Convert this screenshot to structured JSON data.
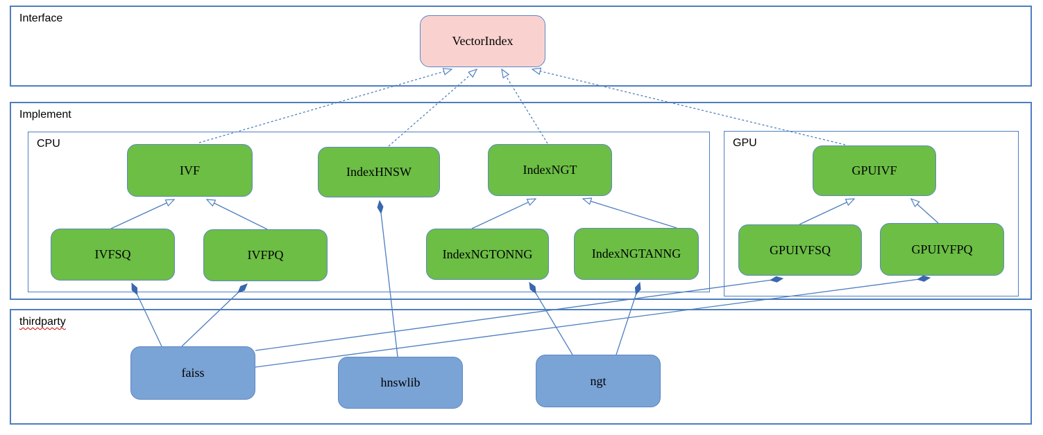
{
  "diagram": {
    "containers": {
      "interface": {
        "label": "Interface"
      },
      "implement": {
        "label": "Implement"
      },
      "cpu": {
        "label": "CPU"
      },
      "gpu": {
        "label": "GPU"
      },
      "thirdparty": {
        "label": "thirdparty"
      }
    },
    "nodes": {
      "vectorindex": {
        "label": "VectorIndex",
        "kind": "interface"
      },
      "ivf": {
        "label": "IVF",
        "kind": "cpu-class"
      },
      "indexhnsw": {
        "label": "IndexHNSW",
        "kind": "cpu-class"
      },
      "indexngt": {
        "label": "IndexNGT",
        "kind": "cpu-class"
      },
      "ivfsq": {
        "label": "IVFSQ",
        "kind": "cpu-class"
      },
      "ivfpq": {
        "label": "IVFPQ",
        "kind": "cpu-class"
      },
      "indexngtonng": {
        "label": "IndexNGTONNG",
        "kind": "cpu-class"
      },
      "indexngtanng": {
        "label": "IndexNGTANNG",
        "kind": "cpu-class"
      },
      "gpuivf": {
        "label": "GPUIVF",
        "kind": "gpu-class"
      },
      "gpuivfsq": {
        "label": "GPUIVFSQ",
        "kind": "gpu-class"
      },
      "gpuivfpq": {
        "label": "GPUIVFPQ",
        "kind": "gpu-class"
      },
      "faiss": {
        "label": "faiss",
        "kind": "thirdparty-lib"
      },
      "hnswlib": {
        "label": "hnswlib",
        "kind": "thirdparty-lib"
      },
      "ngt": {
        "label": "ngt",
        "kind": "thirdparty-lib"
      }
    },
    "edges": [
      {
        "from": "IVF",
        "to": "VectorIndex",
        "type": "implements-dashed-open-arrow"
      },
      {
        "from": "IndexHNSW",
        "to": "VectorIndex",
        "type": "implements-dashed-open-arrow"
      },
      {
        "from": "IndexNGT",
        "to": "VectorIndex",
        "type": "implements-dashed-open-arrow"
      },
      {
        "from": "GPUIVF",
        "to": "VectorIndex",
        "type": "implements-dashed-open-arrow"
      },
      {
        "from": "IVFSQ",
        "to": "IVF",
        "type": "extends-open-arrow"
      },
      {
        "from": "IVFPQ",
        "to": "IVF",
        "type": "extends-open-arrow"
      },
      {
        "from": "IndexNGTONNG",
        "to": "IndexNGT",
        "type": "extends-open-arrow"
      },
      {
        "from": "IndexNGTANNG",
        "to": "IndexNGT",
        "type": "extends-open-arrow"
      },
      {
        "from": "GPUIVFSQ",
        "to": "GPUIVF",
        "type": "extends-open-arrow"
      },
      {
        "from": "GPUIVFPQ",
        "to": "GPUIVF",
        "type": "extends-open-arrow"
      },
      {
        "owner": "IVFSQ",
        "part": "faiss",
        "type": "composition-filled-diamond"
      },
      {
        "owner": "IVFPQ",
        "part": "faiss",
        "type": "composition-filled-diamond"
      },
      {
        "owner": "GPUIVFSQ",
        "part": "faiss",
        "type": "composition-filled-diamond"
      },
      {
        "owner": "GPUIVFPQ",
        "part": "faiss",
        "type": "composition-filled-diamond"
      },
      {
        "owner": "IndexHNSW",
        "part": "hnswlib",
        "type": "composition-filled-diamond"
      },
      {
        "owner": "IndexNGTONNG",
        "part": "ngt",
        "type": "composition-filled-diamond"
      },
      {
        "owner": "IndexNGTANNG",
        "part": "ngt",
        "type": "composition-filled-diamond"
      }
    ],
    "colors": {
      "class_green": "#6cbe45",
      "interface_pink": "#f9d2d0",
      "thirdparty_blue": "#7aa3d6",
      "connector_blue": "#4d7ebf",
      "container_border": "#4d7ebf",
      "spellcheck_underline": "#cc0000",
      "label_text": "#000000"
    }
  }
}
